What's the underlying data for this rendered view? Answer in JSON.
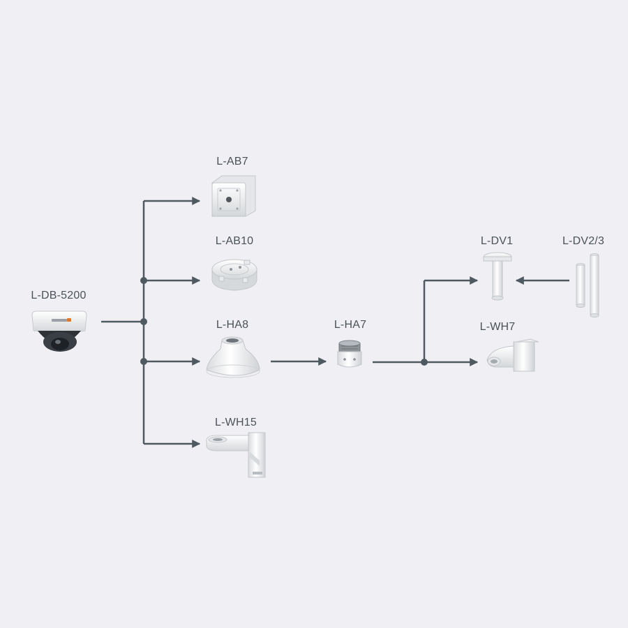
{
  "devices": {
    "camera": "L-DB-5200",
    "ab7": "L-AB7",
    "ab10": "L-AB10",
    "ha8": "L-HA8",
    "wh15": "L-WH15",
    "ha7": "L-HA7",
    "dv1": "L-DV1",
    "dv23": "L-DV2/3",
    "wh7": "L-WH7"
  },
  "colors": {
    "background": "#f0f0f4",
    "connector": "#4e5a60",
    "label": "#4a5258"
  }
}
